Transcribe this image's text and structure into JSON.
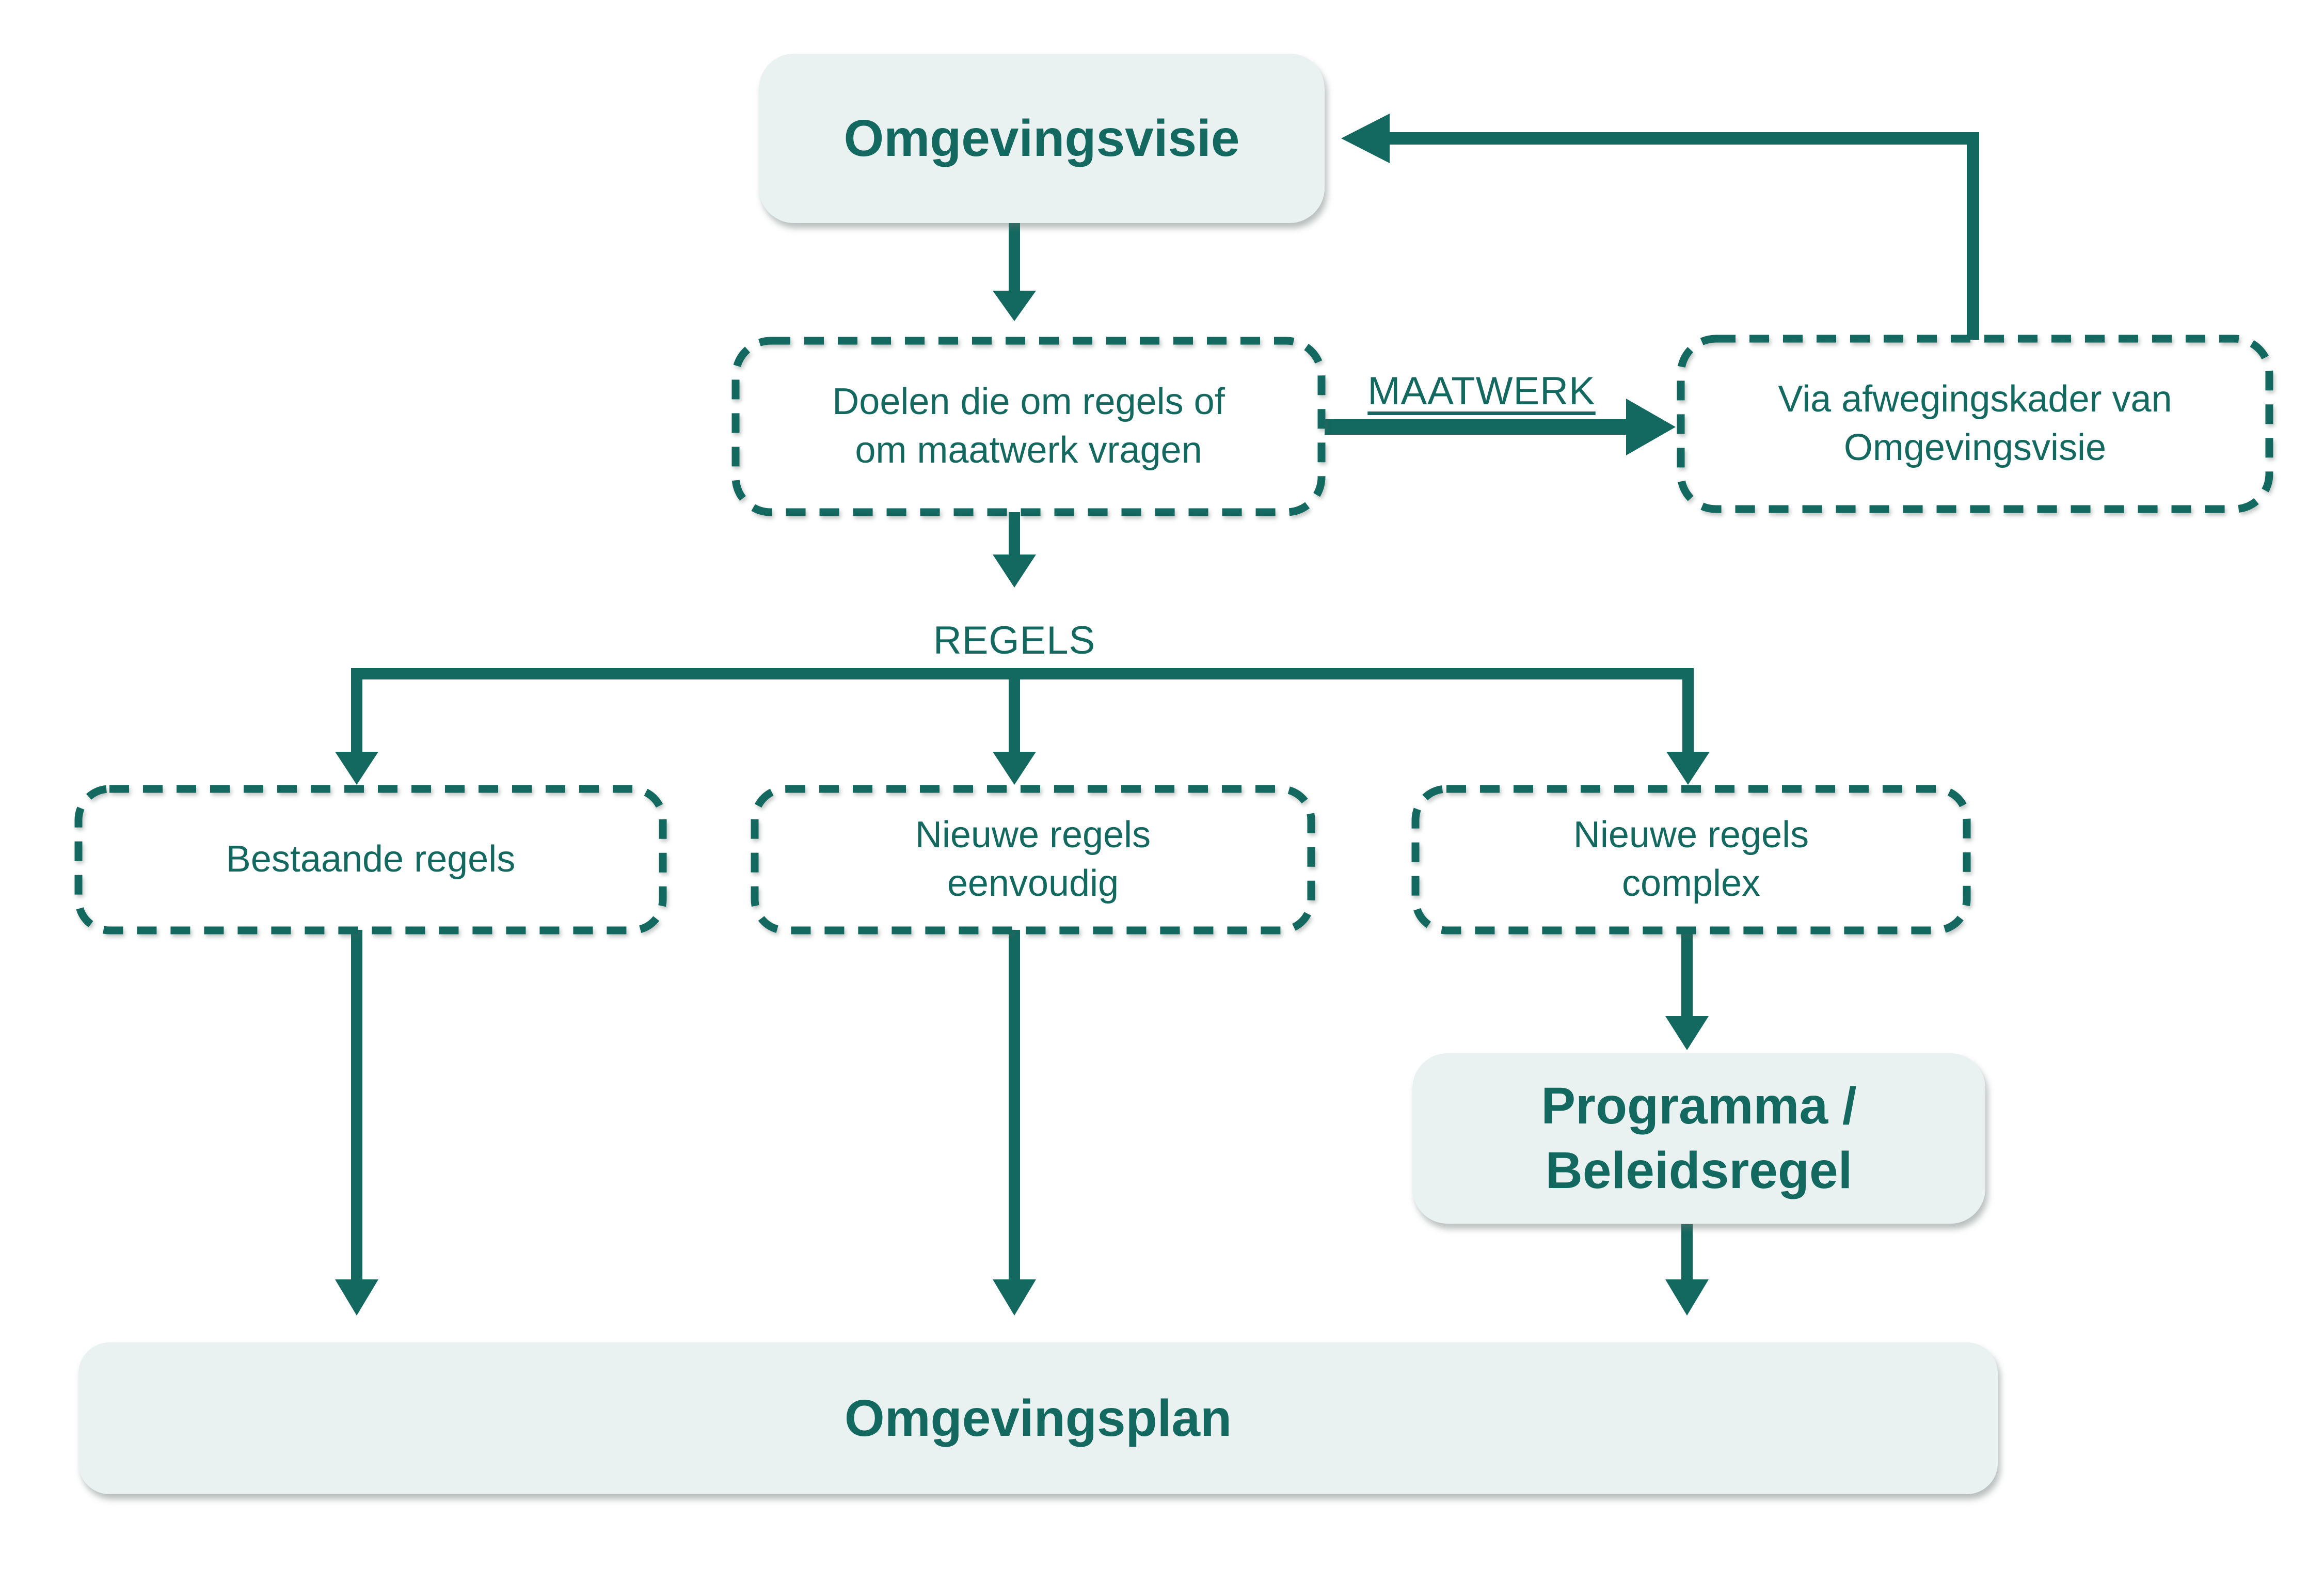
{
  "colors": {
    "accent": "#13695f",
    "box_fill": "#e9f2f0",
    "background": "#ffffff"
  },
  "nodes": {
    "omgevingsvisie": {
      "label": "Omgevingsvisie",
      "style": "solid"
    },
    "doelen": {
      "label": "Doelen die om regels of\nom maatwerk vragen",
      "style": "dashed"
    },
    "via_afwegingskader": {
      "label": "Via afwegingskader van\nOmgevingsvisie",
      "style": "dashed"
    },
    "bestaande_regels": {
      "label": "Bestaande regels",
      "style": "dashed"
    },
    "nieuwe_regels_eenvoudig": {
      "label": "Nieuwe regels\neenvoudig",
      "style": "dashed"
    },
    "nieuwe_regels_complex": {
      "label": "Nieuwe regels\ncomplex",
      "style": "dashed"
    },
    "programma_beleidsregel": {
      "label": "Programma /\nBeleidsregel",
      "style": "solid"
    },
    "omgevingsplan": {
      "label": "Omgevingsplan",
      "style": "solid"
    }
  },
  "edge_labels": {
    "maatwerk": "MAATWERK",
    "regels": "REGELS"
  },
  "edges": [
    {
      "from": "omgevingsvisie",
      "to": "doelen"
    },
    {
      "from": "doelen",
      "to": "via_afwegingskader",
      "label": "MAATWERK"
    },
    {
      "from": "via_afwegingskader",
      "to": "omgevingsvisie"
    },
    {
      "from": "doelen",
      "to": "bestaande_regels",
      "label": "REGELS"
    },
    {
      "from": "doelen",
      "to": "nieuwe_regels_eenvoudig",
      "label": "REGELS"
    },
    {
      "from": "doelen",
      "to": "nieuwe_regels_complex",
      "label": "REGELS"
    },
    {
      "from": "bestaande_regels",
      "to": "omgevingsplan"
    },
    {
      "from": "nieuwe_regels_eenvoudig",
      "to": "omgevingsplan"
    },
    {
      "from": "nieuwe_regels_complex",
      "to": "programma_beleidsregel"
    },
    {
      "from": "programma_beleidsregel",
      "to": "omgevingsplan"
    }
  ]
}
